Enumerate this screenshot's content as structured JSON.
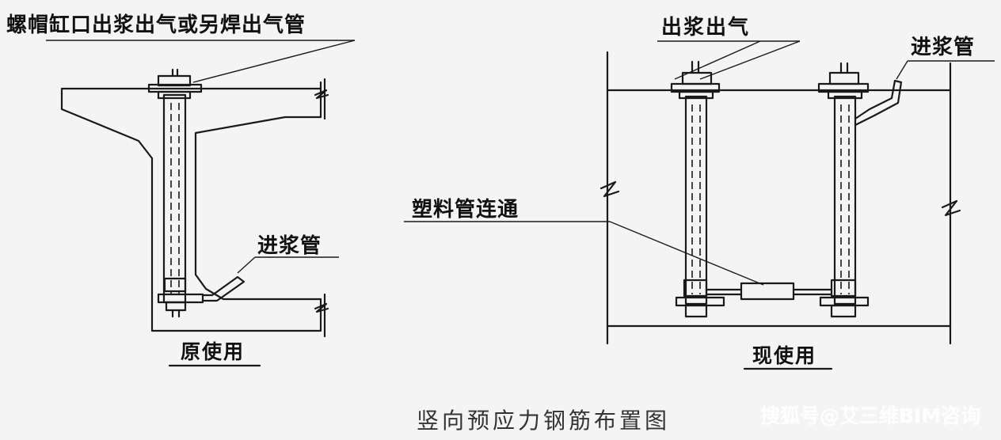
{
  "labels": {
    "top_left": "螺帽缸口出浆出气或另焊出气管",
    "top_right": "出浆出气",
    "inlet_right": "进浆管",
    "plastic": "塑料管连通",
    "inlet_left": "进浆管",
    "original": "原使用",
    "current": "现使用",
    "caption": "竖向预应力钢筋布置图",
    "watermark": "搜狐号@艾三维BIM咨询"
  },
  "colors": {
    "ink": "#1a1a1a",
    "background": "#f4f4f4",
    "watermark": "#ffffff"
  }
}
